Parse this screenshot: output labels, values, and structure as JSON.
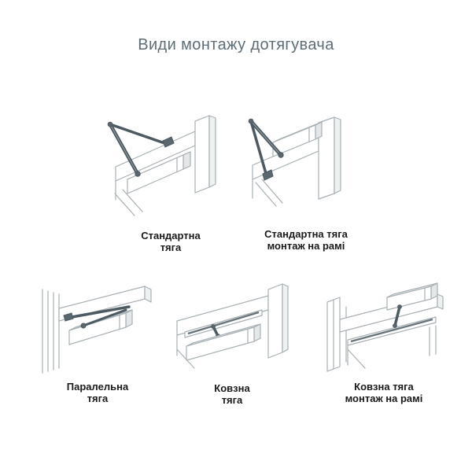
{
  "title": {
    "text": "Види монтажу дотягувача"
  },
  "figures": [
    {
      "name": "standard-arm",
      "label_line1": "Стандартна",
      "label_line2": "тяга"
    },
    {
      "name": "standard-arm-frame-mount",
      "label_line1": "Стандартна тяга",
      "label_line2": "монтаж на рамі"
    },
    {
      "name": "parallel-arm",
      "label_line1": "Паралельна",
      "label_line2": "тяга"
    },
    {
      "name": "sliding-arm",
      "label_line1": "Ковзна",
      "label_line2": "тяга"
    },
    {
      "name": "sliding-arm-frame-mount",
      "label_line1": "Ковзна тяга",
      "label_line2": "монтаж на рамі"
    }
  ],
  "colors": {
    "background": "#ffffff",
    "title": "#5d6d77",
    "label": "#1a1a1a",
    "frame_outline": "#a7b0b4",
    "arm_dark": "#4d5a61"
  }
}
